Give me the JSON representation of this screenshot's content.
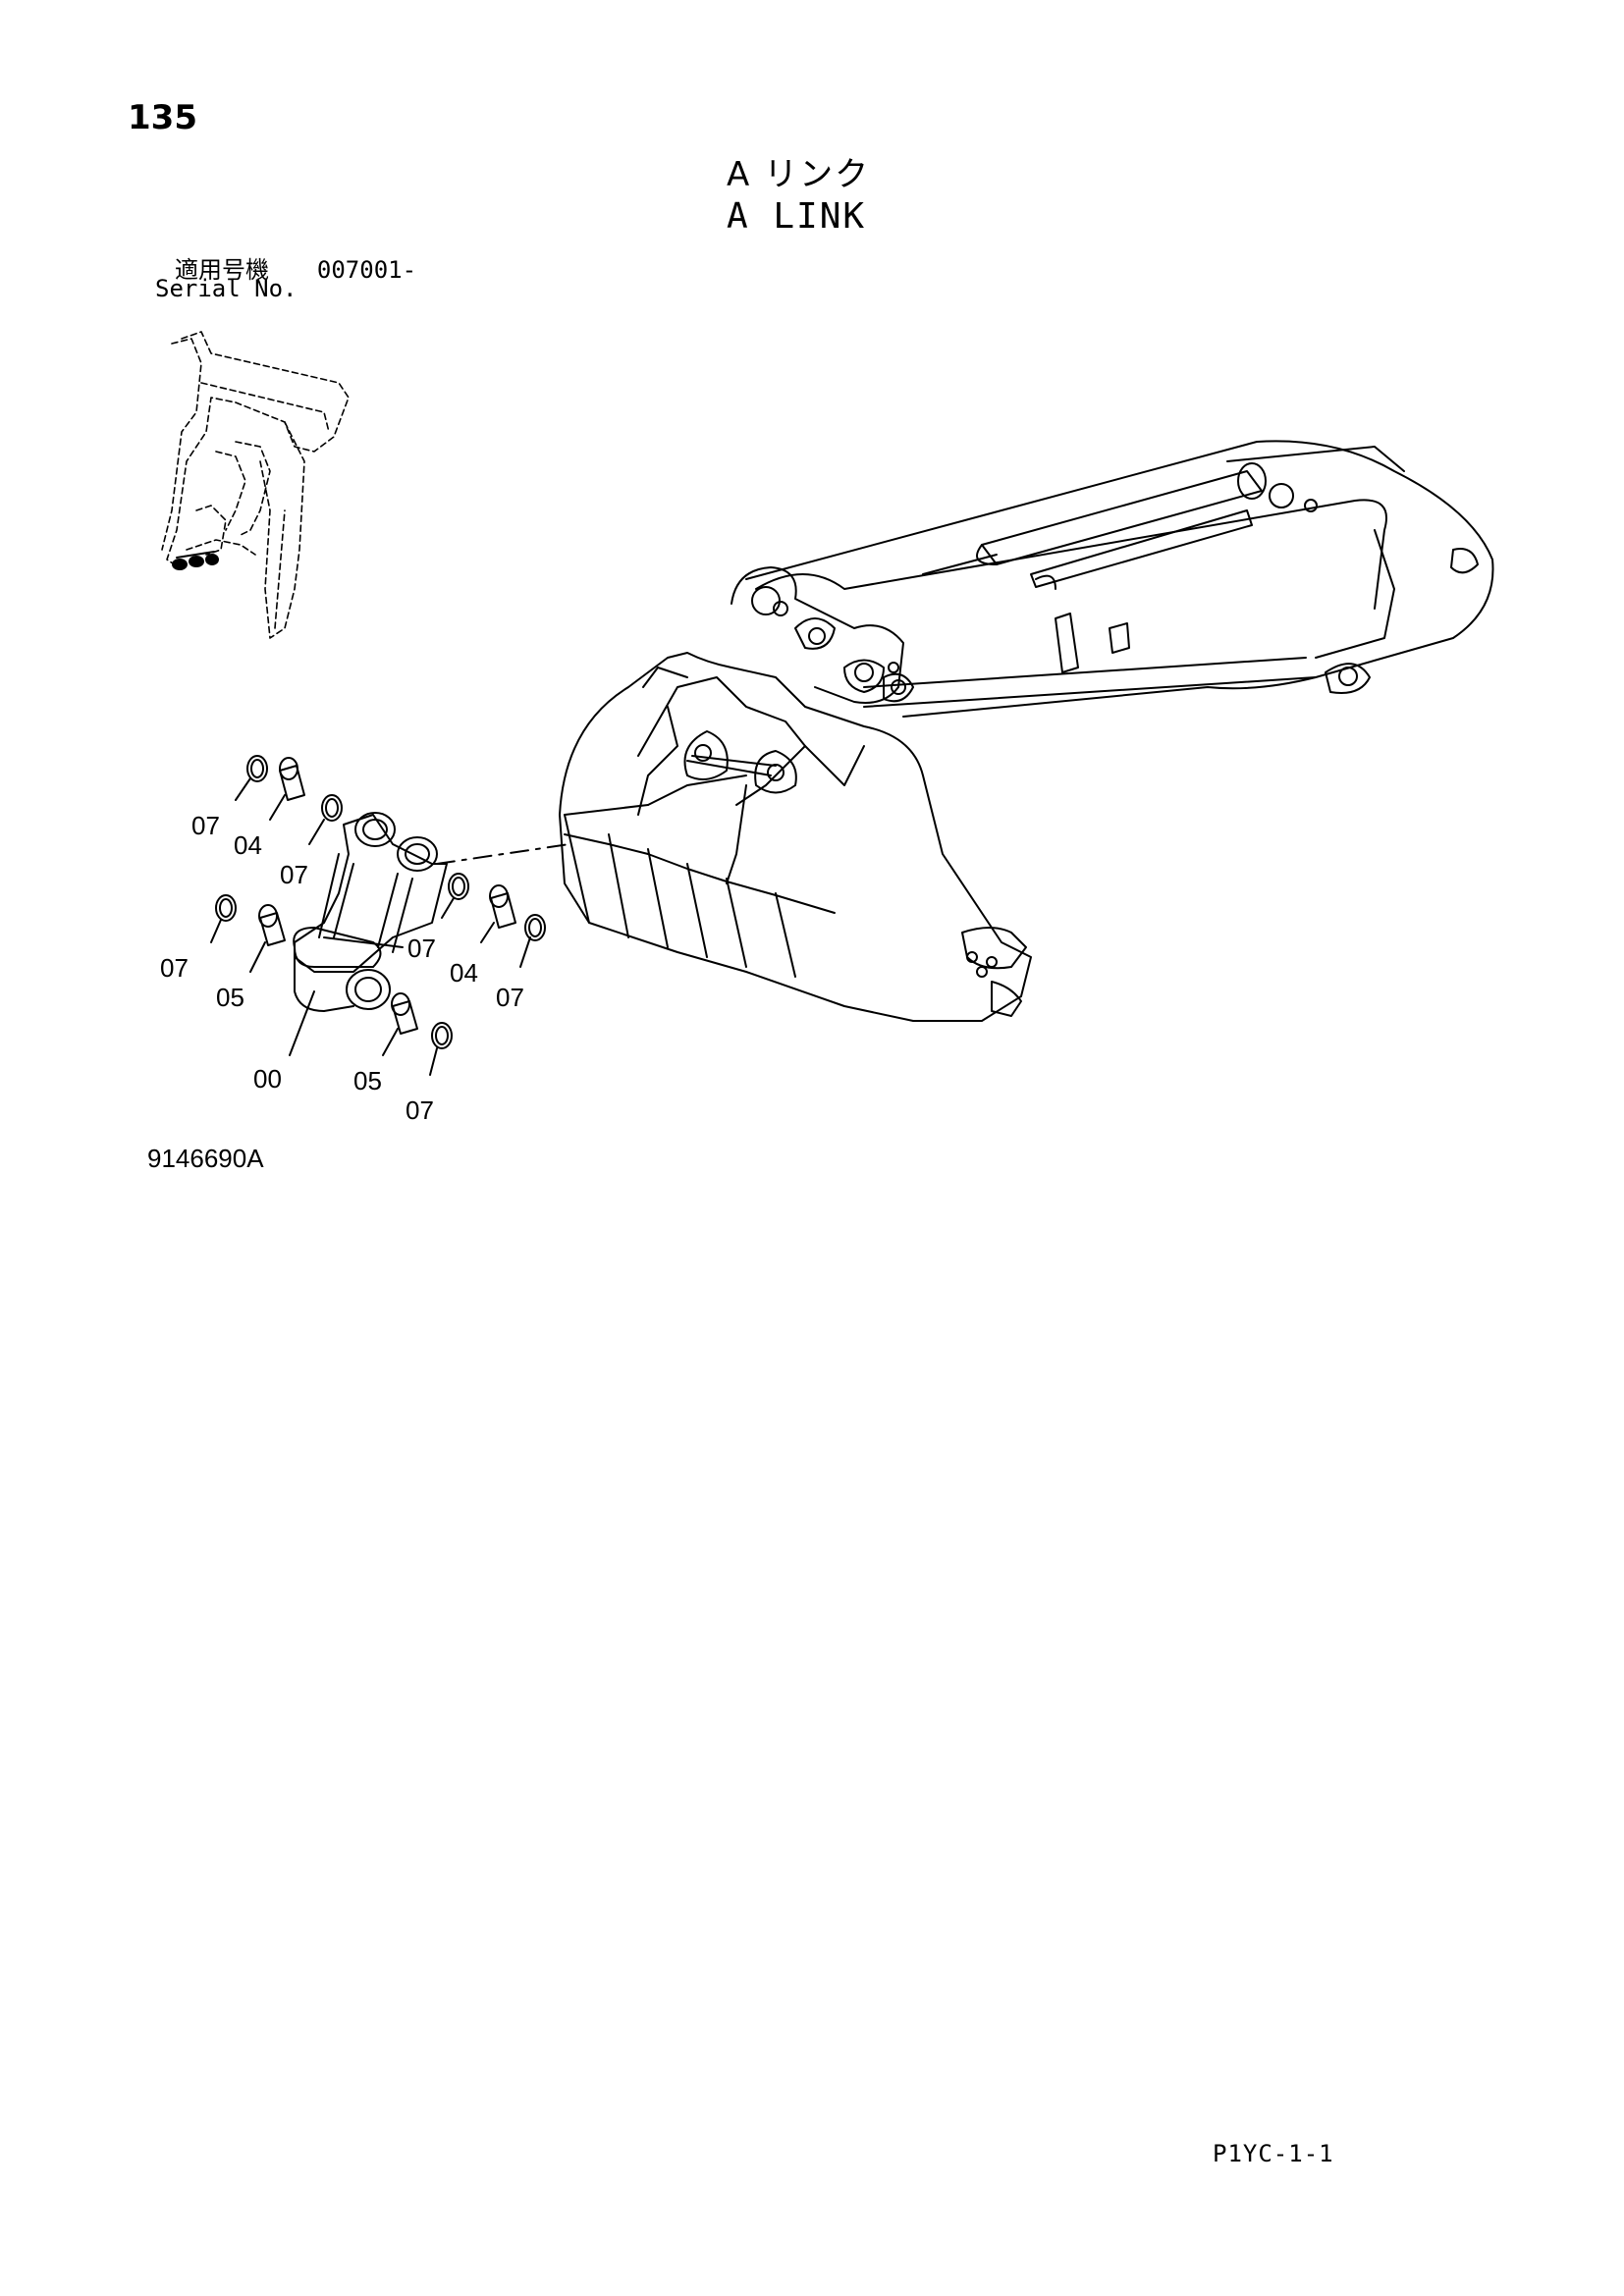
{
  "page_number": "135",
  "title_jp": "A リンク",
  "title_en": "A LINK",
  "serial": {
    "label_jp": "適用号機",
    "value": "007001-",
    "label_en": "Serial No."
  },
  "part_labels": [
    "07",
    "04",
    "07",
    "07",
    "05",
    "00",
    "07",
    "04",
    "07",
    "05",
    "07"
  ],
  "drawing_number": "9146690A",
  "page_code": "P1YC-1-1"
}
